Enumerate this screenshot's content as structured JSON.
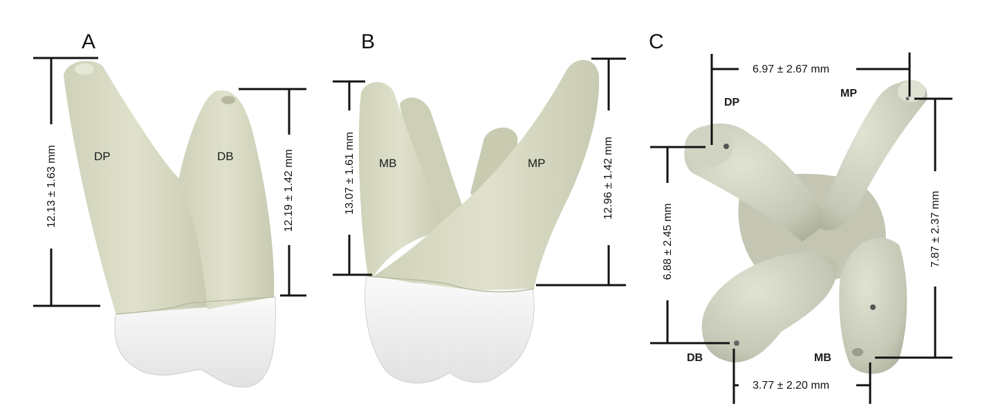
{
  "figure": {
    "panels": [
      {
        "letter": "A",
        "roots": [
          "DP",
          "DB"
        ],
        "measurements": [
          {
            "label": "12.13 ± 1.63 mm",
            "orientation": "vertical",
            "root": "DP"
          },
          {
            "label": "12.19 ± 1.42 mm",
            "orientation": "vertical",
            "root": "DB"
          }
        ]
      },
      {
        "letter": "B",
        "roots": [
          "MB",
          "MP"
        ],
        "measurements": [
          {
            "label": "13.07 ± 1.61 mm",
            "orientation": "vertical",
            "root": "MB"
          },
          {
            "label": "12.96 ± 1.42 mm",
            "orientation": "vertical",
            "root": "MP"
          }
        ]
      },
      {
        "letter": "C",
        "roots": [
          "DP",
          "MP",
          "DB",
          "MB"
        ],
        "measurements": [
          {
            "label": "6.97 ± 2.67 mm",
            "orientation": "horizontal",
            "between": "DP–MP"
          },
          {
            "label": "6.88 ± 2.45 mm",
            "orientation": "vertical",
            "between": "DP–DB"
          },
          {
            "label": "7.87 ± 2.37 mm",
            "orientation": "vertical",
            "between": "MP–MB"
          },
          {
            "label": "3.77 ± 2.20 mm",
            "orientation": "horizontal",
            "between": "DB–MB"
          }
        ]
      }
    ],
    "colors": {
      "root": "#d9dbc6",
      "root_shadow": "#bfc2a8",
      "crown": "#f1f1f1",
      "crown_shadow": "#d6d6d6",
      "panel_c_root": "#c9cbba",
      "lines": "#111111"
    }
  }
}
